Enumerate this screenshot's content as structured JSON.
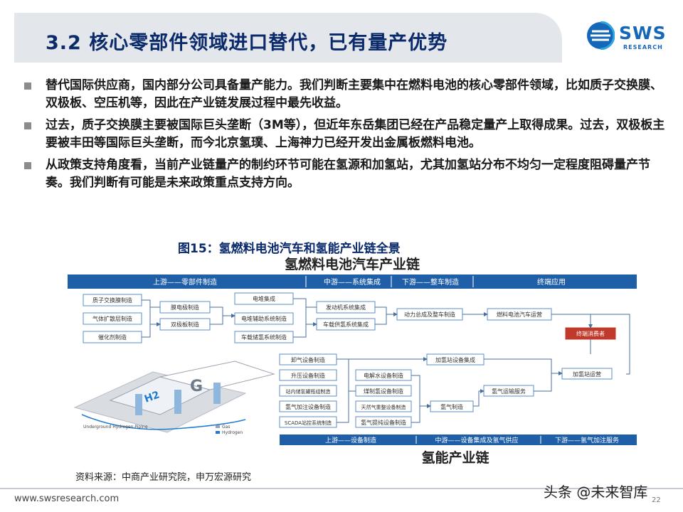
{
  "header": {
    "title": "3.2 核心零部件领域进口替代，已有量产优势",
    "logo_text": "SWS",
    "logo_sub": "RESEARCH"
  },
  "bullets": [
    "替代国际供应商，国内部分公司具备量产能力。我们判断主要集中在燃料电池的核心零部件领域，比如质子交换膜、双极板、空压机等，因此在产业链发展过程中最先收益。",
    "过去，质子交换膜主要被国际巨头垄断（3M等），但近年东岳集团已经在产品稳定量产上取得成果。过去，双极板主要被丰田等国际巨头垄断，而今北京氢璞、上海神力已经开发出金属板燃料电池。",
    "从政策支持角度看，当前产业链量产的制约环节可能在氢源和加氢站，尤其加氢站分布不均匀一定程度阻碍量产节奏。我们判断有可能是未来政策重点支持方向。"
  ],
  "figure_caption": "图15：氢燃料电池汽车和氢能产业链全景",
  "diagram": {
    "top_title": "氢燃料电池汽车产业链",
    "bottom_title": "氢能产业链",
    "top_stages": [
      "上游——零部件制造",
      "中游——系统集成",
      "下游——整车制造",
      "终端应用"
    ],
    "bottom_stages": [
      "上游——设备制造",
      "中游——设备集成及氢气供应",
      "下游——氢气加注服务"
    ],
    "parts": [
      "质子交换膜制造",
      "气体扩散层制造",
      "催化剂制造"
    ],
    "electrode": [
      "膜电极制造",
      "双极板制造"
    ],
    "stack": [
      "电堆集成",
      "电堆辅助系统制造",
      "车载储氢系统制造"
    ],
    "systems": [
      "发动机系统集成",
      "车载供氢系统集成"
    ],
    "powertrain": "动力总成及整车制造",
    "operation": "燃料电池汽车运营",
    "terminal": "终端消费者",
    "equip_left": [
      "卸气设备制造",
      "升压设备制造",
      "站内储氢罐瓶组制造",
      "氢气加注设备制造",
      "SCADA站控系统制造"
    ],
    "equip_mid": [
      "电解水设备制造",
      "煤制氢设备制造",
      "天然气重整设备制造",
      "氢气提纯设备制造"
    ],
    "station_integration": "加氢站设备集成",
    "hydrogen_gas": "氢气制造",
    "transport": "氢气运输服务",
    "station_ops": "加氢站运营",
    "illus_letter": "G",
    "illus_h2": "H2",
    "illus_caption": "Underground Hydrogen Piping",
    "legend": [
      "Gas",
      "Hydrogen"
    ]
  },
  "source": "资料来源：中商产业研究院，申万宏源研究",
  "footer": {
    "url": "www.swsresearch.com",
    "page": "22"
  },
  "watermark": "头条 @未来智库",
  "colors": {
    "title": "#0a2a6b",
    "band": "#1f5fa8",
    "box_border": "#5b8fc7",
    "terminal": "#c0392b"
  }
}
